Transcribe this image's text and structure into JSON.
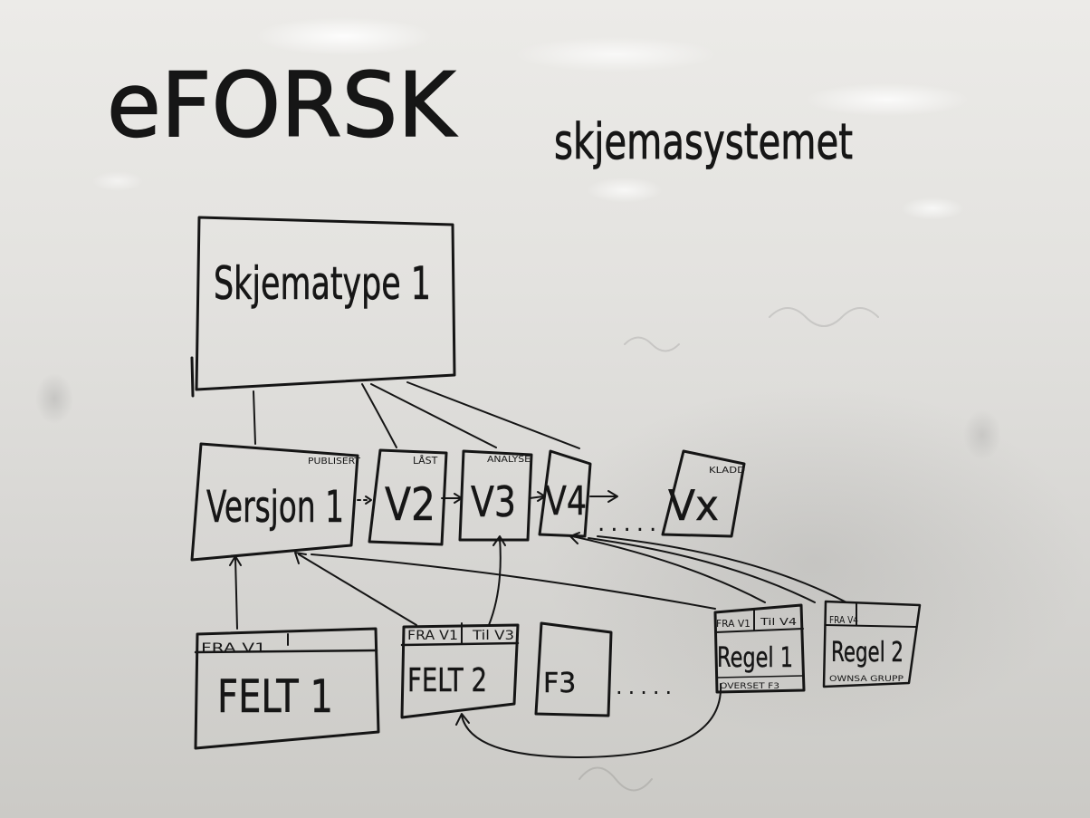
{
  "whiteboard": {
    "title": "eFORSK",
    "subtitle": "skjemasystemet",
    "schema_box": {
      "label": "Skjematype 1"
    },
    "versions": [
      {
        "label": "Versjon 1",
        "status": "PUBLISERT"
      },
      {
        "label": "V2",
        "status": "LÅST"
      },
      {
        "label": "V3",
        "status": "ANALYSE"
      },
      {
        "label": "V4",
        "status": ""
      },
      {
        "label": "Vx",
        "status": "KLADD"
      }
    ],
    "version_ellipsis": ".....",
    "fields": [
      {
        "label": "FELT 1",
        "header_left": "FRA V1",
        "header_right": ""
      },
      {
        "label": "FELT 2",
        "header_left": "FRA V1",
        "header_right": "Til V3"
      },
      {
        "label": "F3",
        "header_left": "",
        "header_right": ""
      }
    ],
    "field_ellipsis": ".....",
    "rules": [
      {
        "label": "Regel 1",
        "header_left": "FRA V1",
        "header_right": "Til V4",
        "footer": "OVERSET F3"
      },
      {
        "label": "Regel 2",
        "header_left": "FRA V4",
        "header_right": "",
        "footer": "OWNSA GRUPP"
      }
    ],
    "colors": {
      "ink": "#151515",
      "board": "#e3e2df"
    }
  }
}
